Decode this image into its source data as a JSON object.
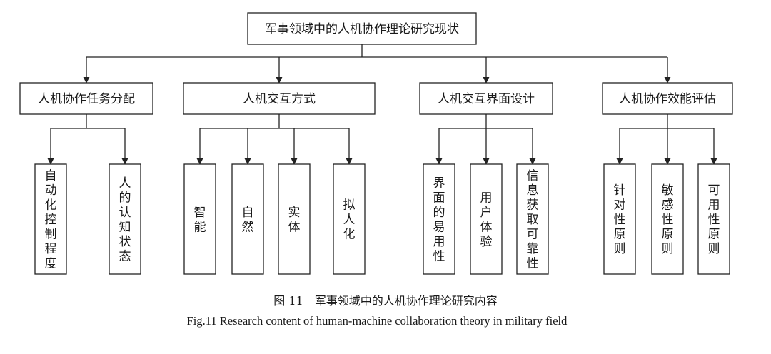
{
  "root": "军事领域中的人机协作理论研究现状",
  "branches": [
    {
      "label": "人机协作任务分配",
      "children": [
        "自动化控制程度",
        "人的认知状态"
      ]
    },
    {
      "label": "人机交互方式",
      "children": [
        "智能",
        "自然",
        "实体",
        "拟人化"
      ]
    },
    {
      "label": "人机交互界面设计",
      "children": [
        "界面的易用性",
        "用户体验",
        "信息获取可靠性"
      ]
    },
    {
      "label": "人机协作效能评估",
      "children": [
        "针对性原则",
        "敏感性原则",
        "可用性原则"
      ]
    }
  ],
  "caption": {
    "number": "图 11",
    "title_cn": "军事领域中的人机协作理论研究内容",
    "title_en": "Fig.11 Research content of human-machine collaboration theory in military field"
  }
}
